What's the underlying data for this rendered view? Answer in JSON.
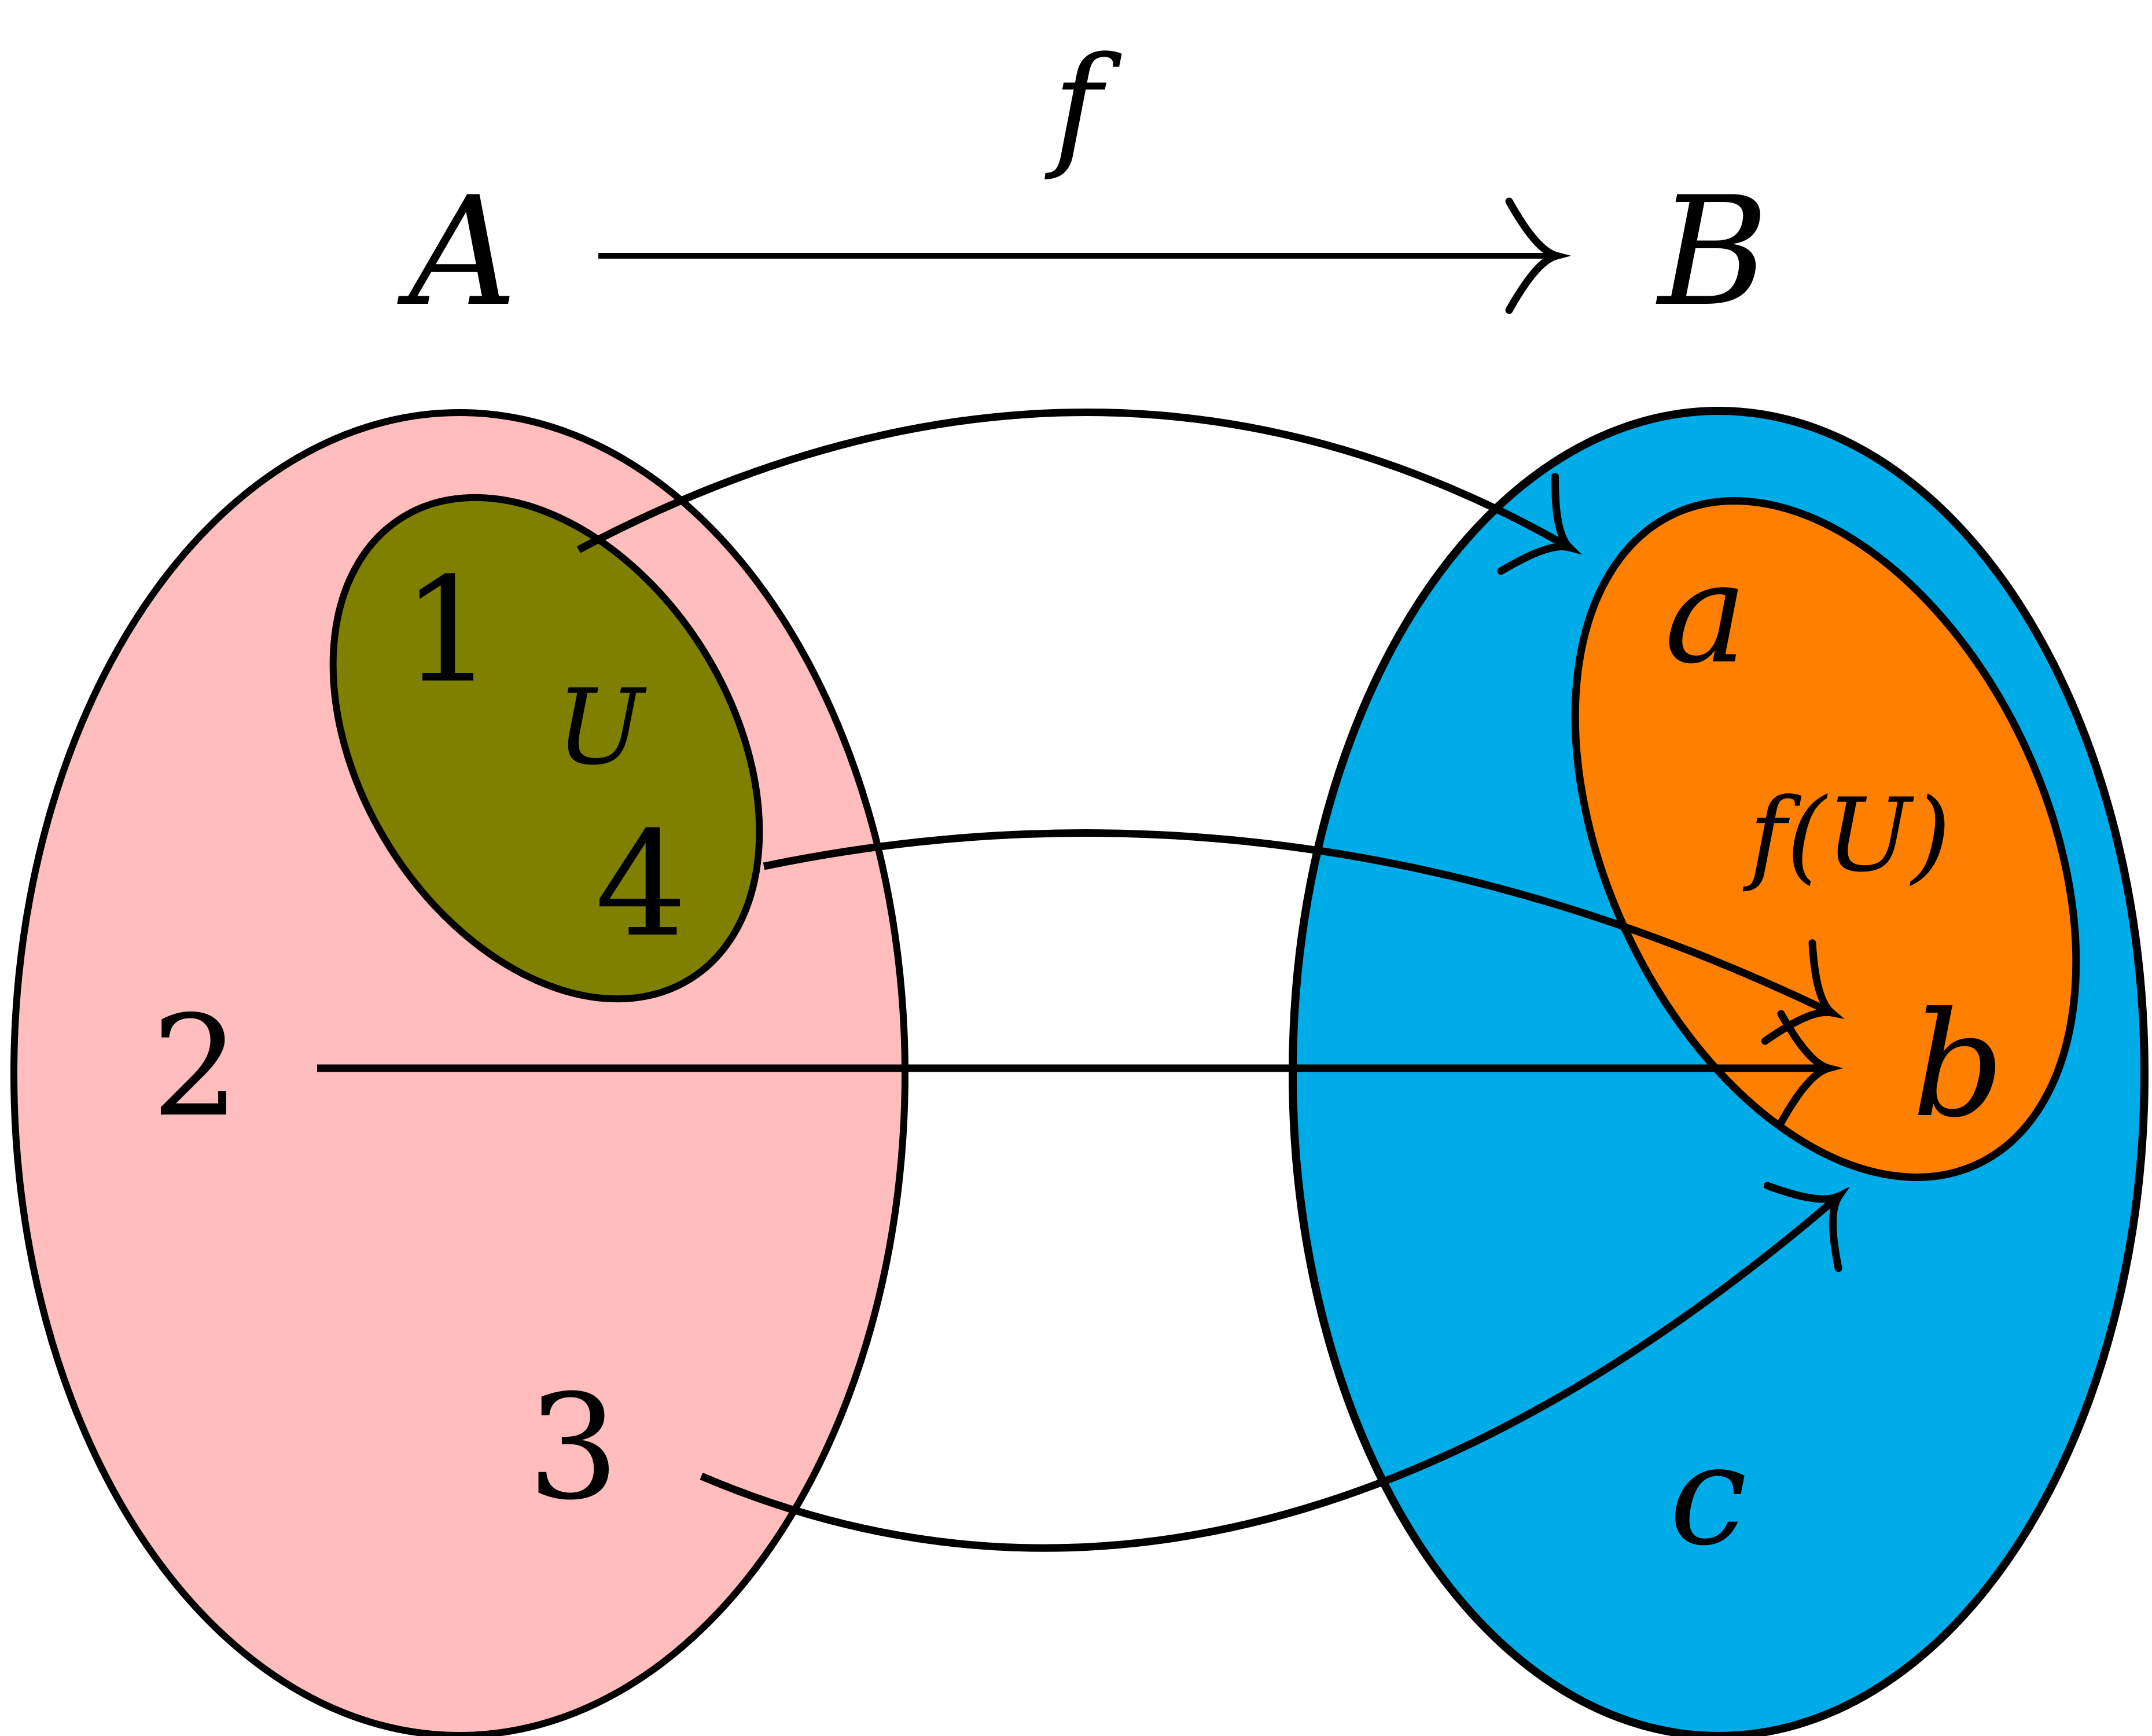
{
  "colors": {
    "background": "#ffffff",
    "set_a_fill": "#ffbdbd",
    "subset_u_fill": "#7f7f00",
    "set_b_fill": "#00ace8",
    "image_fu_fill": "#ff8000",
    "stroke": "#000000"
  },
  "header": {
    "domain_label": "A",
    "map_label": "f",
    "codomain_label": "B"
  },
  "set_a": {
    "label": "A",
    "elements": {
      "e1": "1",
      "e2": "2",
      "e3": "3",
      "e4": "4"
    },
    "subset": {
      "label": "U",
      "members": [
        "1",
        "4"
      ]
    }
  },
  "set_b": {
    "label": "B",
    "elements": {
      "a": "a",
      "b": "b",
      "c": "c"
    },
    "image": {
      "label": "f(U)",
      "members": [
        "a",
        "b"
      ]
    }
  },
  "mappings": [
    {
      "from": "1",
      "to": "a"
    },
    {
      "from": "4",
      "to": "b"
    },
    {
      "from": "2",
      "to": "b"
    },
    {
      "from": "3",
      "to": "b"
    }
  ]
}
